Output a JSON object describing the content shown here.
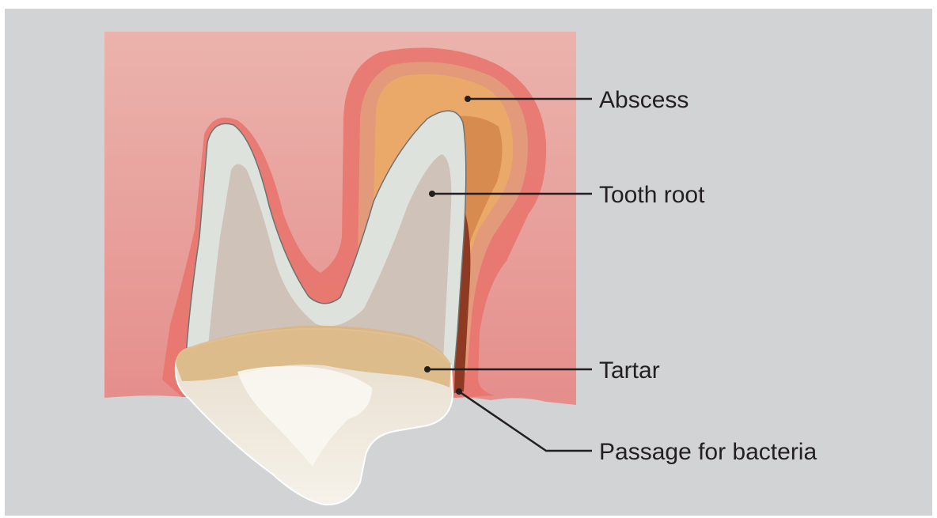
{
  "labels": {
    "abscess": "Abscess",
    "tooth_root": "Tooth root",
    "tartar": "Tartar",
    "passage": "Passage for bacteria"
  },
  "colors": {
    "background": "#d2d3d5",
    "gum_top": "#ebb3ac",
    "gum_bottom": "#e58e8c",
    "inflamed_gum": "#e8736b",
    "abscess_fill": "#eaa968",
    "abscess_dark": "#c97a3e",
    "tooth_enamel": "#dde2dc",
    "tooth_pulp": "#cbbcb3",
    "tartar_fill": "#dab57f",
    "crown_light": "#f0ebe0",
    "passage_dark": "#8e3a22",
    "leader_line": "#231f20"
  }
}
